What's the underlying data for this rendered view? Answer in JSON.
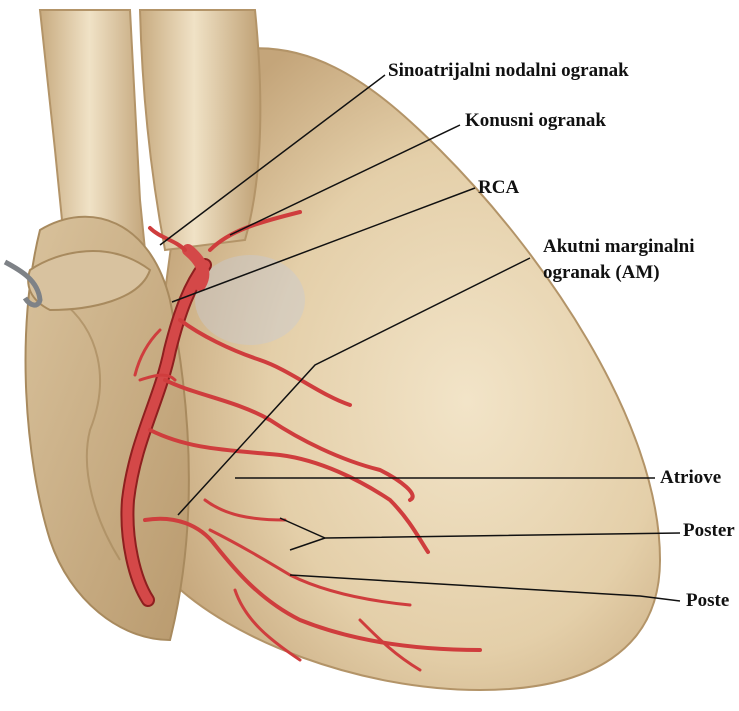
{
  "labels": {
    "sinoatrial": "Sinoatrijalni nodalni ogranak",
    "conus": "Konusni ogranak",
    "rca": "RCA",
    "acute_marginal_line1": "Akutni marginalni",
    "acute_marginal_line2": "ogranak (AM)",
    "atrioventricular": "Atriove",
    "posterior_1": "Poster",
    "posterior_2": "Poste"
  },
  "colors": {
    "background": "#ffffff",
    "heart_fill": "#e6d3b0",
    "heart_shade": "#c9ad82",
    "vessel": "#cf3d3d",
    "vessel_dark": "#8e1f1f",
    "leader_line": "#111111"
  }
}
